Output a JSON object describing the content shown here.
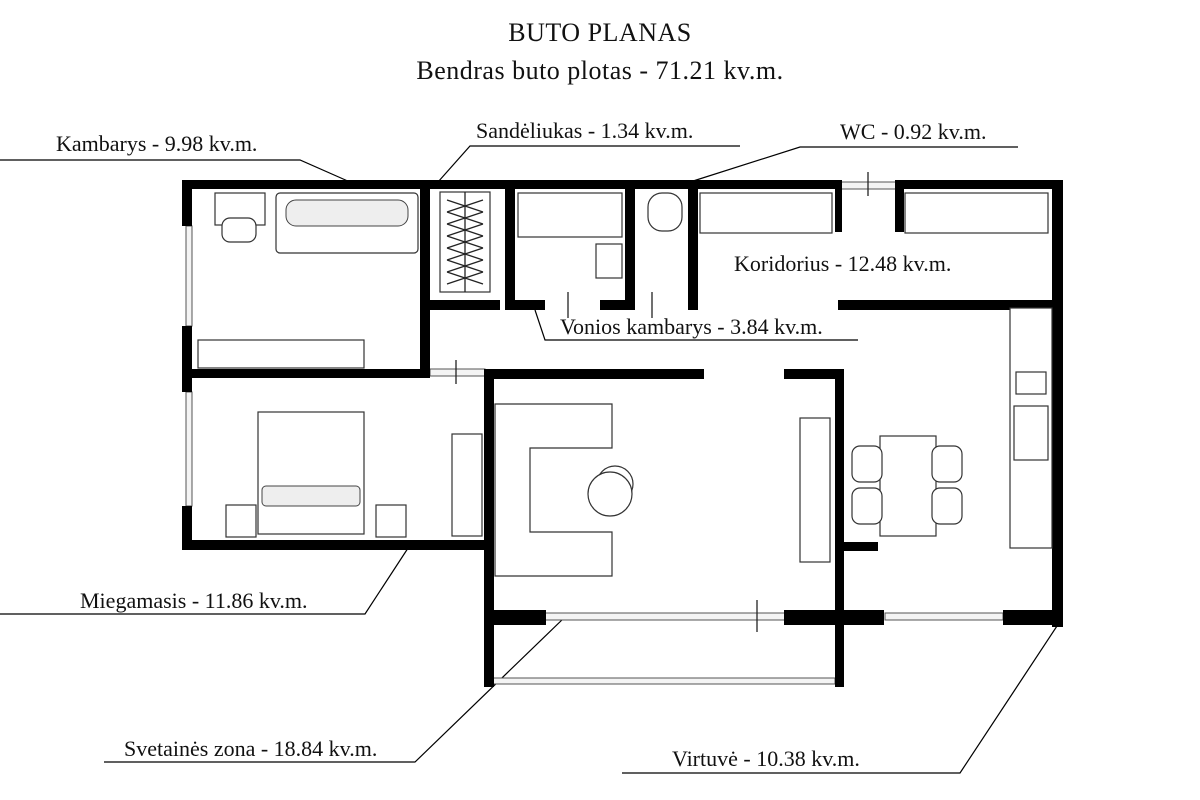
{
  "plan": {
    "title": "BUTO PLANAS",
    "subtitle": "Bendras buto plotas - 71.21 kv.m."
  },
  "rooms": {
    "kambarys": "Kambarys - 9.98 kv.m.",
    "sandeliukas": "Sandėliukas - 1.34 kv.m.",
    "wc": "WC - 0.92 kv.m.",
    "koridorius": "Koridorius - 12.48 kv.m.",
    "vonios": "Vonios kambarys - 3.84 kv.m.",
    "miegamasis": "Miegamasis - 11.86 kv.m.",
    "svetaine": "Svetainės zona - 18.84 kv.m.",
    "virtuve": "Virtuvė - 10.38 kv.m."
  }
}
